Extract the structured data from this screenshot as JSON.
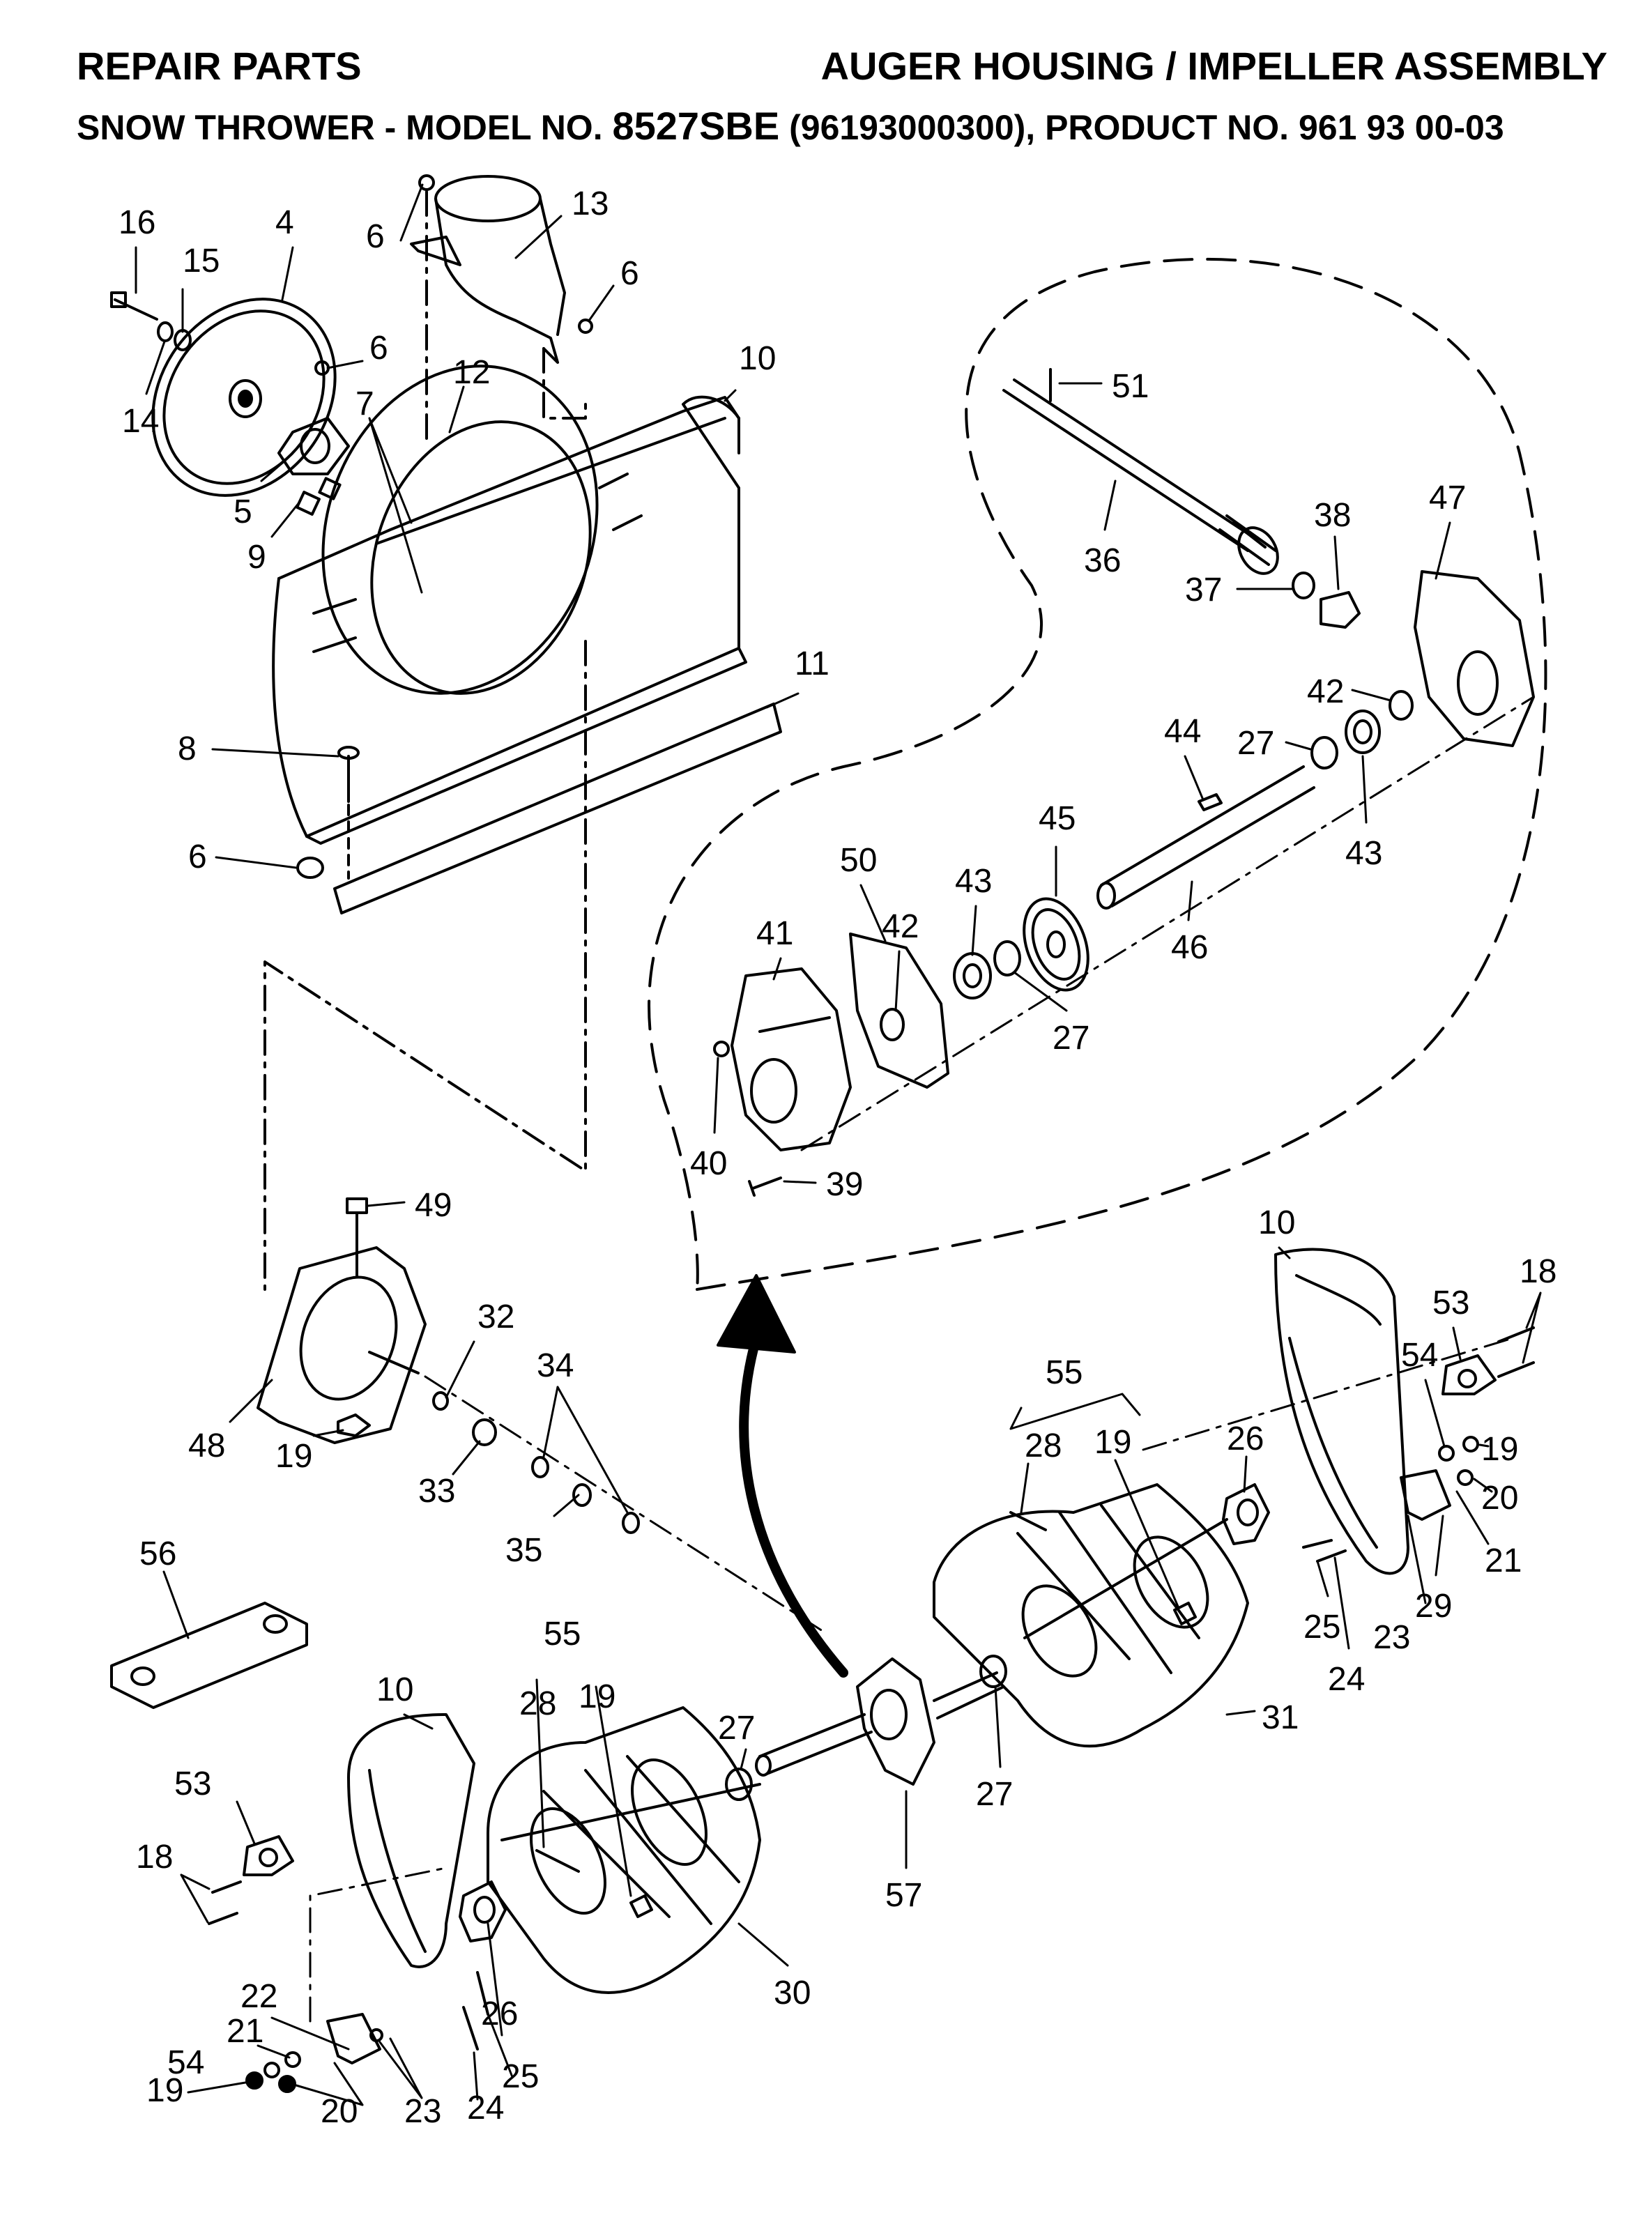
{
  "header": {
    "left_title": "REPAIR PARTS",
    "right_title": "AUGER HOUSING / IMPELLER ASSEMBLY",
    "subtitle_prefix": "SNOW THROWER - MODEL NO. ",
    "model": "8527SBE",
    "subtitle_suffix": " (96193000300), PRODUCT NO. 961 93 00-03"
  },
  "callouts": {
    "c1": "16",
    "c2": "15",
    "c3": "4",
    "c4": "14",
    "c5": "6",
    "c6": "13",
    "c7": "6",
    "c8": "6",
    "c9": "12",
    "c10": "10",
    "c11": "7",
    "c12": "5",
    "c13": "9",
    "c14": "11",
    "c15": "8",
    "c16": "6",
    "c17": "51",
    "c18": "36",
    "c19": "38",
    "c20": "47",
    "c21": "37",
    "c22": "42",
    "c23": "44",
    "c24": "27",
    "c25": "43",
    "c26": "45",
    "c27": "50",
    "c28": "41",
    "c29": "42",
    "c30": "43",
    "c31": "46",
    "c32": "27",
    "c33": "40",
    "c34": "39",
    "c35": "49",
    "c36": "10",
    "c37": "18",
    "c38": "53",
    "c39": "32",
    "c40": "34",
    "c41": "55",
    "c42": "54",
    "c43": "48",
    "c44": "19",
    "c45": "33",
    "c46": "28",
    "c47": "19",
    "c48": "26",
    "c49": "19",
    "c50": "20",
    "c51": "35",
    "c52": "21",
    "c53": "56",
    "c54": "25",
    "c55": "29",
    "c56": "23",
    "c57": "55",
    "c58": "24",
    "c59": "10",
    "c60": "28",
    "c61": "19",
    "c62": "27",
    "c63": "31",
    "c64": "27",
    "c65": "53",
    "c66": "18",
    "c67": "57",
    "c68": "30",
    "c69": "22",
    "c70": "26",
    "c71": "21",
    "c72": "25",
    "c73": "54",
    "c74": "19",
    "c75": "20",
    "c76": "23",
    "c77": "24"
  }
}
